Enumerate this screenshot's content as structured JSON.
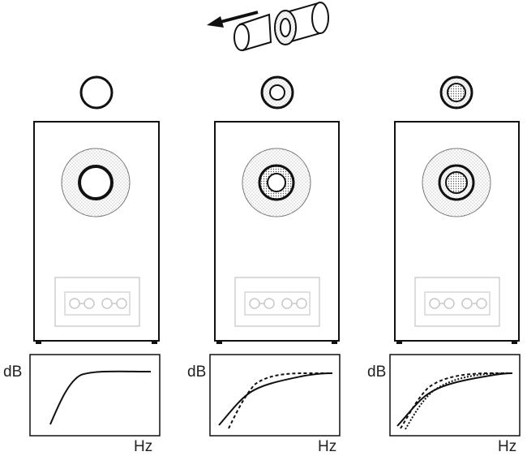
{
  "colors": {
    "ink": "#111111",
    "dots": "#888888",
    "panel_stroke": "#cfcfcf",
    "background": "#ffffff"
  },
  "port_plug_variants": [
    "open",
    "ring-plug",
    "solid-plug"
  ],
  "graphs": [
    {
      "ylabel": "dB",
      "xlabel": "Hz",
      "curves": [
        "solid"
      ]
    },
    {
      "ylabel": "dB",
      "xlabel": "Hz",
      "curves": [
        "solid",
        "dashed"
      ]
    },
    {
      "ylabel": "dB",
      "xlabel": "Hz",
      "curves": [
        "solid",
        "dashed",
        "dotted"
      ]
    }
  ]
}
